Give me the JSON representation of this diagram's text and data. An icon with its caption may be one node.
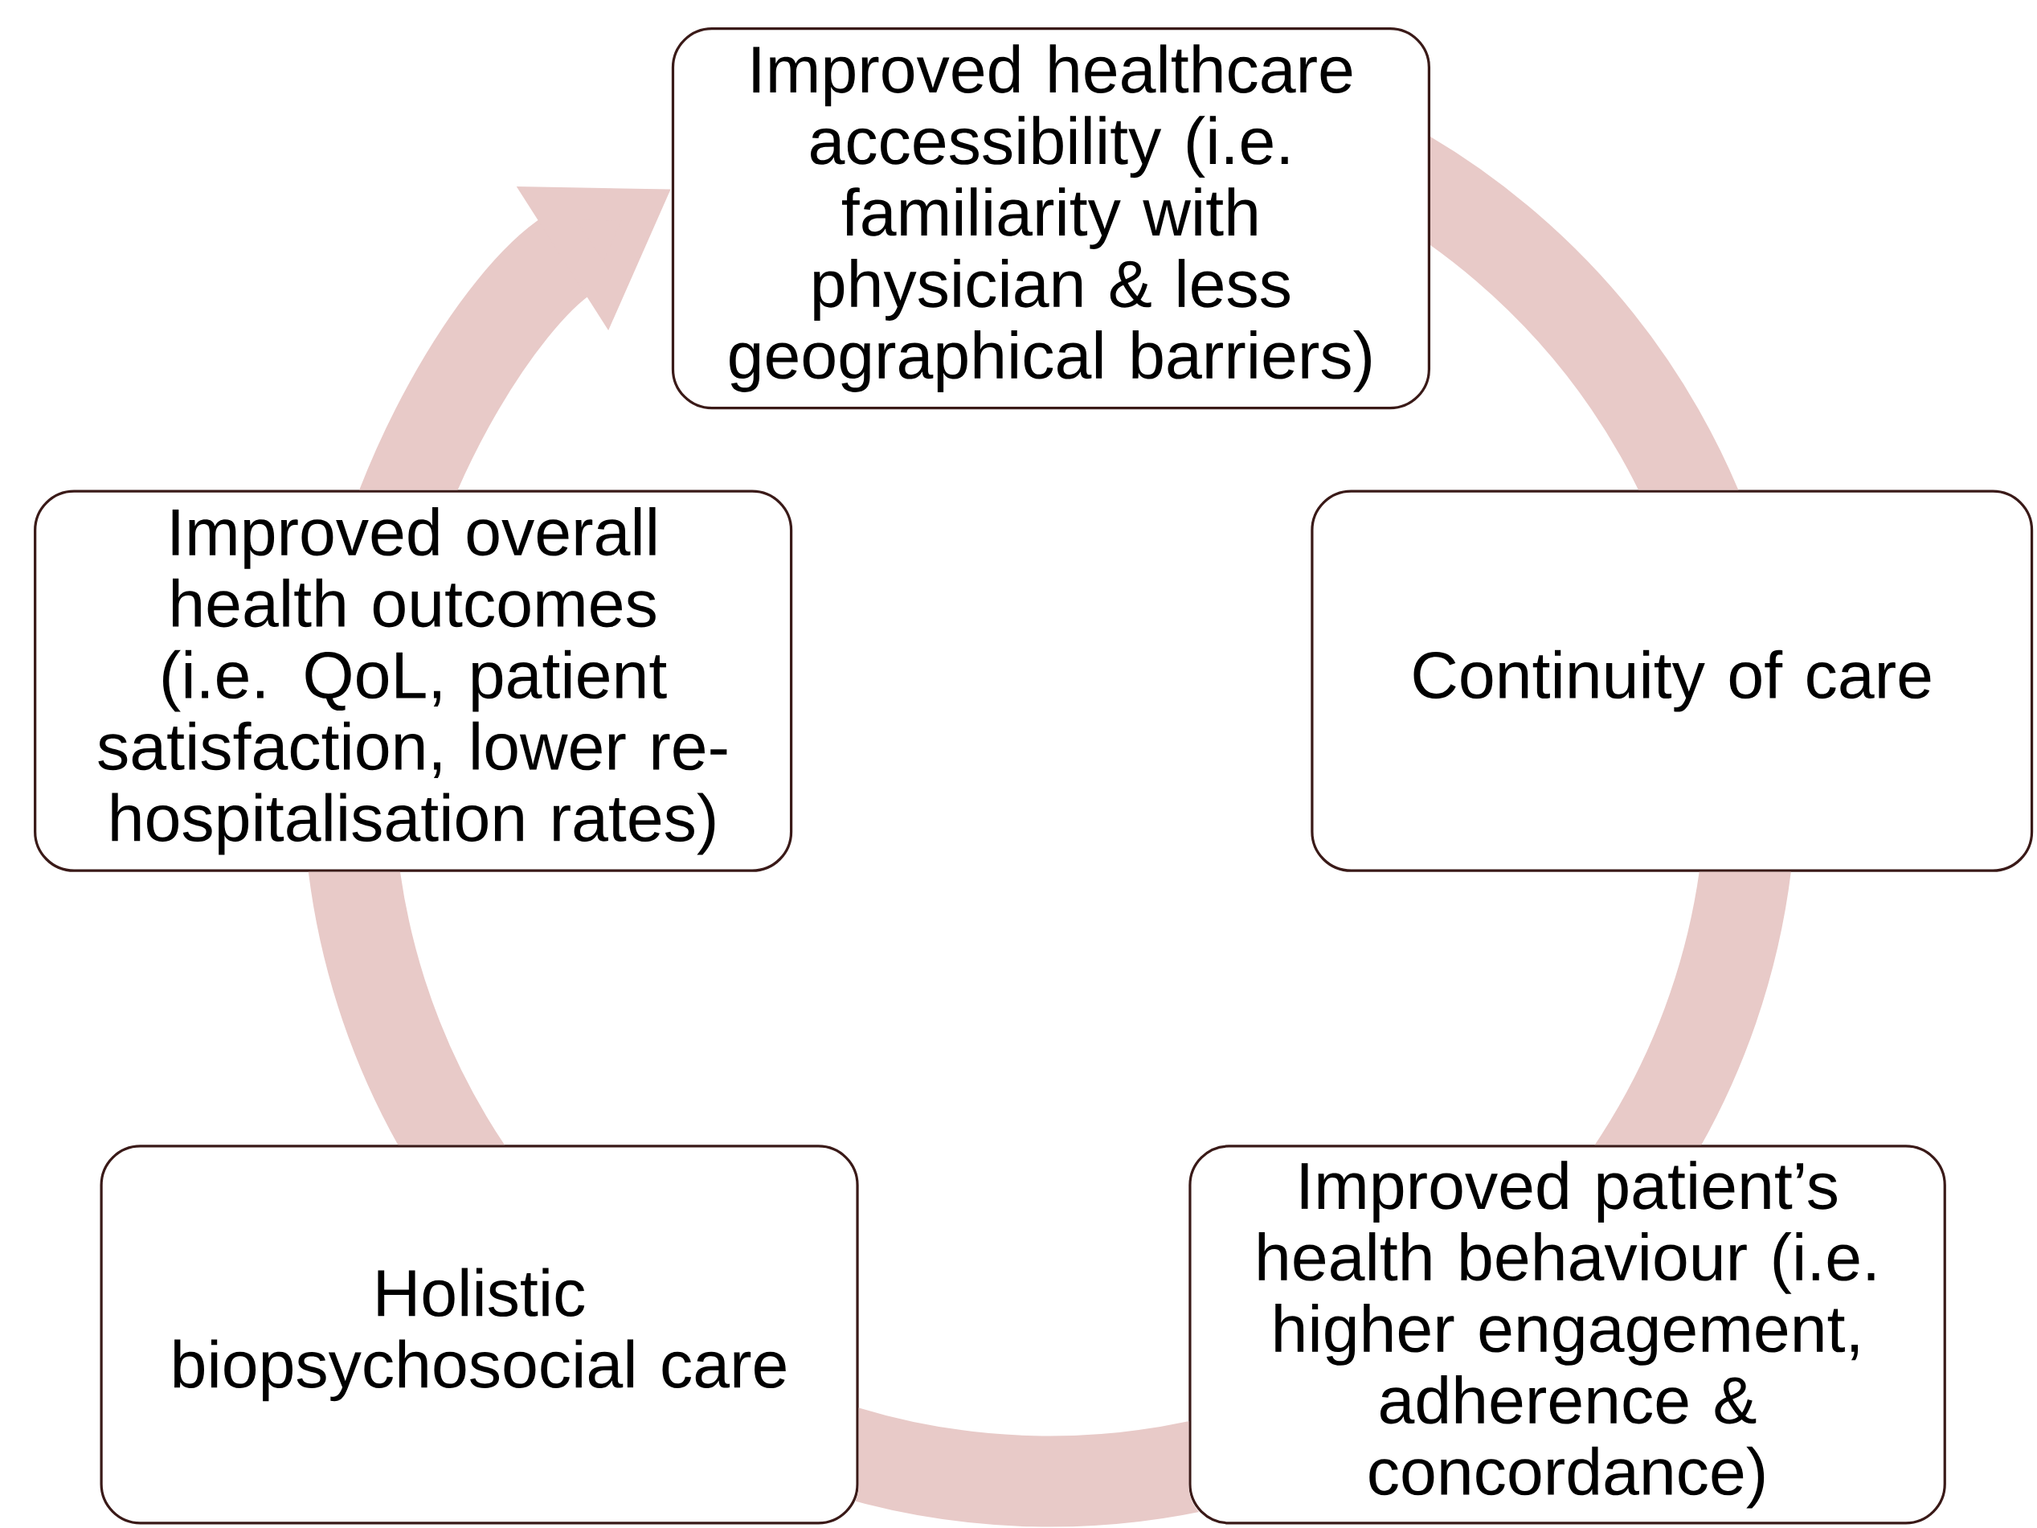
{
  "diagram": {
    "nodes": [
      {
        "text": [
          "Improved healthcare accessibility (i.e. familiarity with physician & less geographical barriers)"
        ]
      },
      {
        "text": [
          "Continuity of care"
        ]
      },
      {
        "text": [
          "Improved patient’s health behaviour (i.e. higher engagement, adherence & concordance)"
        ]
      },
      {
        "text": [
          "Holistic biopsychosocial care"
        ]
      },
      {
        "text": [
          "Improved overall health outcomes (i.e. QoL, patient satisfaction, lower re-hospitalisation rates)"
        ]
      }
    ],
    "edges": [
      {
        "from": 0,
        "to": 1,
        "arrow": "none"
      },
      {
        "from": 1,
        "to": 2,
        "arrow": "none"
      },
      {
        "from": 2,
        "to": 3,
        "arrow": "none"
      },
      {
        "from": 3,
        "to": 4,
        "arrow": "none"
      },
      {
        "from": 4,
        "to": 0,
        "arrow": "to"
      }
    ]
  }
}
